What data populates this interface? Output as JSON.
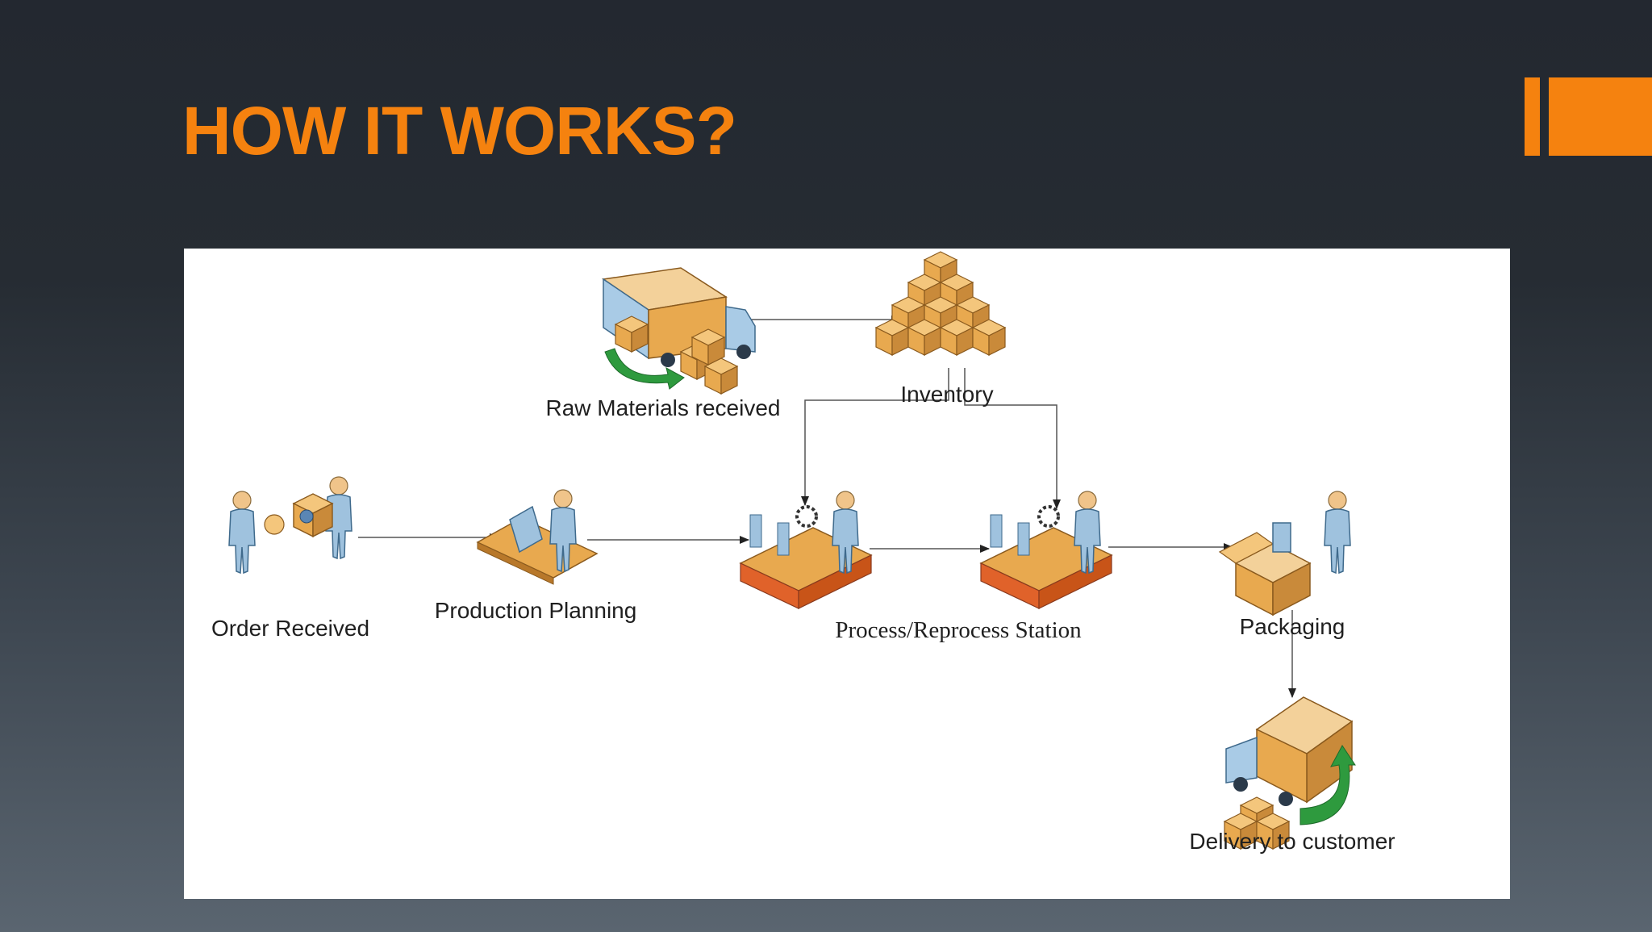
{
  "slide": {
    "title": "HOW IT WORKS?",
    "accent_color": "#f5820f"
  },
  "diagram": {
    "nodes": {
      "raw_materials": {
        "label": "Raw Materials received",
        "icon": "delivery-truck-icon"
      },
      "inventory": {
        "label": "Inventory",
        "icon": "stacked-boxes-icon"
      },
      "order_received": {
        "label": "Order Received",
        "icon": "order-handover-icon"
      },
      "production_planning": {
        "label": "Production Planning",
        "icon": "planning-workstation-icon"
      },
      "process_station": {
        "label": "Process/Reprocess Station",
        "icon": "conveyor-workstation-icon"
      },
      "packaging": {
        "label": "Packaging",
        "icon": "packaging-icon"
      },
      "delivery": {
        "label": "Delivery to customer",
        "icon": "delivery-truck-icon"
      }
    },
    "edges": [
      {
        "from": "Raw Materials received",
        "to": "Inventory"
      },
      {
        "from": "Inventory",
        "to": "Process/Reprocess Station"
      },
      {
        "from": "Inventory",
        "to": "Process/Reprocess Station"
      },
      {
        "from": "Order Received",
        "to": "Production Planning"
      },
      {
        "from": "Production Planning",
        "to": "Process/Reprocess Station"
      },
      {
        "from": "Process/Reprocess Station",
        "to": "Process/Reprocess Station"
      },
      {
        "from": "Process/Reprocess Station",
        "to": "Packaging"
      },
      {
        "from": "Packaging",
        "to": "Delivery to customer"
      }
    ],
    "colors": {
      "box": "#e8a94f",
      "box_dark": "#b8782a",
      "person": "#9fc2de",
      "person_skin": "#f0c48a",
      "truck_cab": "#a9cbe6",
      "conveyor": "#e0622a",
      "arrow_green": "#2e9a3e",
      "line": "#555555"
    }
  }
}
